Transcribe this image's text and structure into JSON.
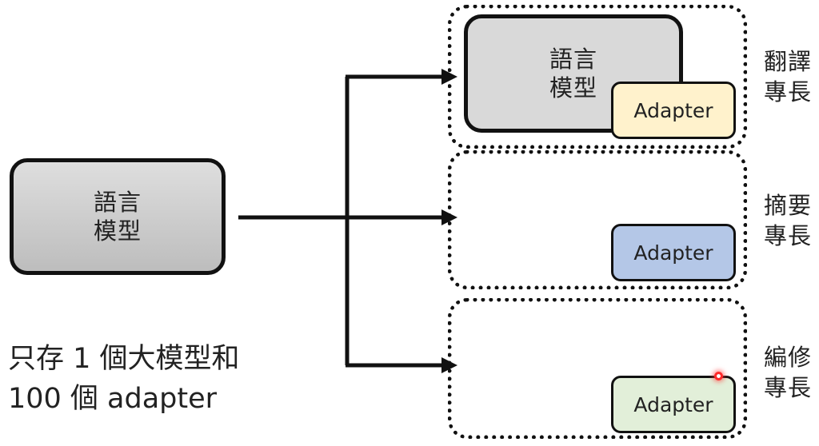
{
  "base_model": {
    "line1": "語言",
    "line2": "模型"
  },
  "tasks": [
    {
      "model_line1": "語言",
      "model_line2": "模型",
      "adapter_label": "Adapter",
      "adapter_color": "#fff2cc",
      "label_line1": "翻譯",
      "label_line2": "專長"
    },
    {
      "adapter_label": "Adapter",
      "adapter_color": "#b4c7e7",
      "label_line1": "摘要",
      "label_line2": "專長"
    },
    {
      "adapter_label": "Adapter",
      "adapter_color": "#e2efd9",
      "label_line1": "編修",
      "label_line2": "專長"
    }
  ],
  "caption": {
    "line1": "只存 1 個大模型和",
    "line2": "100 個 adapter"
  },
  "colors": {
    "stroke": "#111111",
    "model_fill": "#d9d9d9",
    "pointer": "#ff2a2a"
  }
}
